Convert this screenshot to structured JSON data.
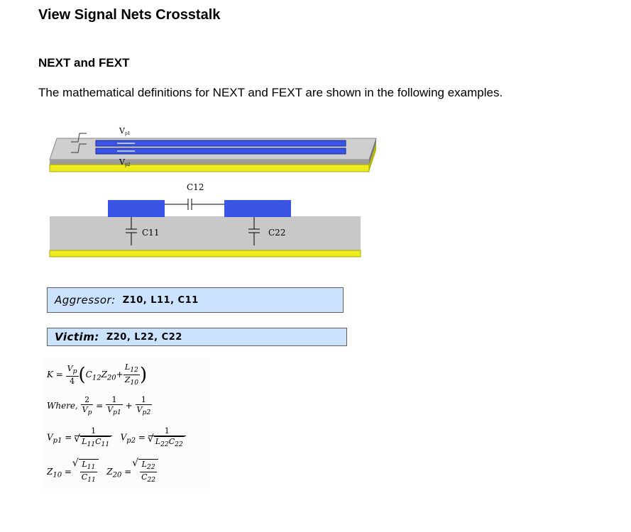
{
  "page": {
    "title": "View Signal Nets Crosstalk",
    "section": "NEXT and FEXT",
    "intro": "The mathematical definitions for NEXT and FEXT are shown in the following examples."
  },
  "figure": {
    "trace_labels": [
      "V",
      "p1",
      "V",
      "p2"
    ],
    "cap_labels": [
      "C12",
      "C11",
      "C22"
    ]
  },
  "aggressor": {
    "label": "Aggressor:",
    "value": "Z10, L11, C11"
  },
  "victim": {
    "label": "Victim:",
    "value": "Z20, L22, C22"
  },
  "formulas": {
    "k": "K =",
    "where": "Where,",
    "vp1": "V",
    "vp2": "V",
    "z10": "Z",
    "z20": "Z"
  }
}
